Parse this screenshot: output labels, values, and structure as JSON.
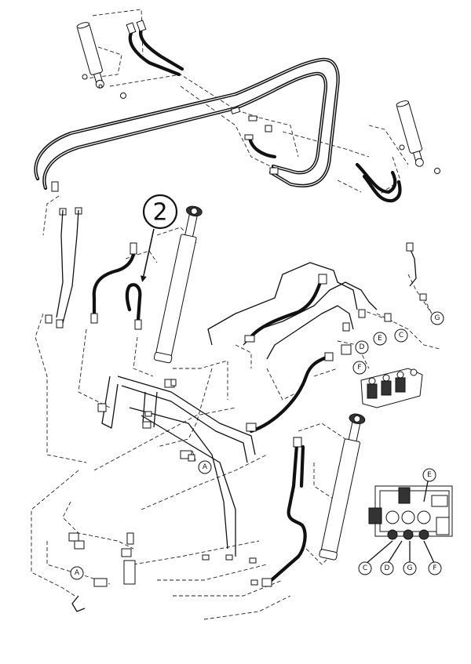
{
  "reference_number": "2",
  "connection_labels": [
    {
      "id": "callout-d-upper",
      "text": "D"
    },
    {
      "id": "callout-e-upper",
      "text": "E"
    },
    {
      "id": "callout-c-upper",
      "text": "C"
    },
    {
      "id": "callout-g-upper",
      "text": "G"
    },
    {
      "id": "callout-f-upper",
      "text": "F"
    },
    {
      "id": "callout-a-middle",
      "text": "A"
    },
    {
      "id": "callout-a-lower",
      "text": "A"
    },
    {
      "id": "callout-e-lower",
      "text": "E"
    },
    {
      "id": "callout-c-lower",
      "text": "C"
    },
    {
      "id": "callout-d-lower",
      "text": "D"
    },
    {
      "id": "callout-g-lower",
      "text": "G"
    },
    {
      "id": "callout-f-lower",
      "text": "F"
    }
  ]
}
